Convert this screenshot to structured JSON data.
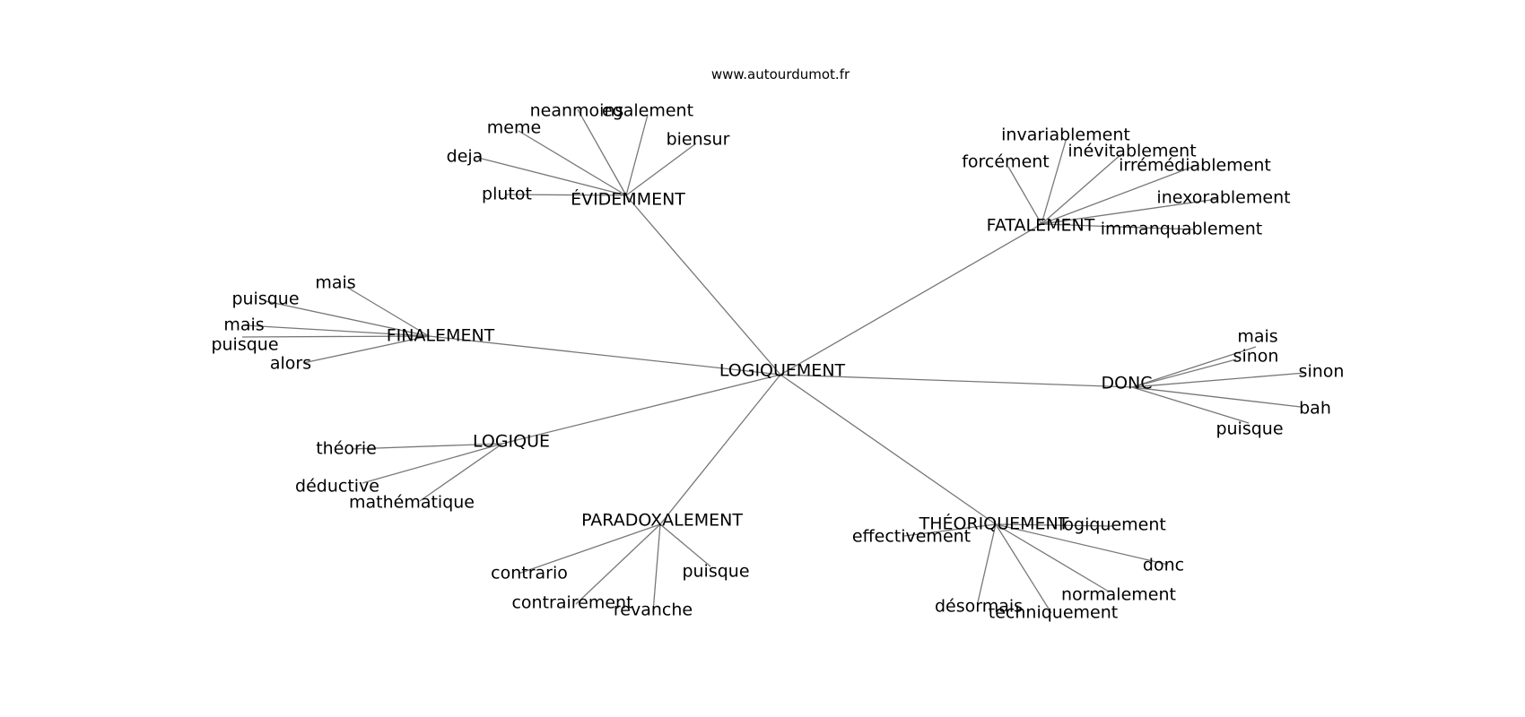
{
  "source": "www.autourdumot.fr",
  "graph": {
    "center": "LOGIQUEMENT",
    "clusters": [
      {
        "id": "evidemment",
        "hub": "ÉVIDEMMENT",
        "words": [
          "neanmoins",
          "egalement",
          "meme",
          "biensur",
          "deja",
          "plutot"
        ]
      },
      {
        "id": "fatalement",
        "hub": "FATALEMENT",
        "words": [
          "invariablement",
          "forcément",
          "inévitablement",
          "irrémédiablement",
          "inexorablement",
          "immanquablement"
        ]
      },
      {
        "id": "finalement",
        "hub": "FINALEMENT",
        "words": [
          "mais",
          "puisque",
          "mais",
          "puisque",
          "alors"
        ]
      },
      {
        "id": "donc",
        "hub": "DONC",
        "words": [
          "mais",
          "sinon",
          "sinon",
          "bah",
          "puisque"
        ]
      },
      {
        "id": "logique",
        "hub": "LOGIQUE",
        "words": [
          "théorie",
          "déductive",
          "mathématique"
        ]
      },
      {
        "id": "paradoxalement",
        "hub": "PARADOXALEMENT",
        "words": [
          "contrario",
          "puisque",
          "contrairement",
          "revanche"
        ]
      },
      {
        "id": "theoriquement",
        "hub": "THÉORIQUEMENT",
        "words": [
          "effectivement",
          "logiquement",
          "donc",
          "normalement",
          "désormais",
          "techniquement"
        ]
      }
    ]
  }
}
